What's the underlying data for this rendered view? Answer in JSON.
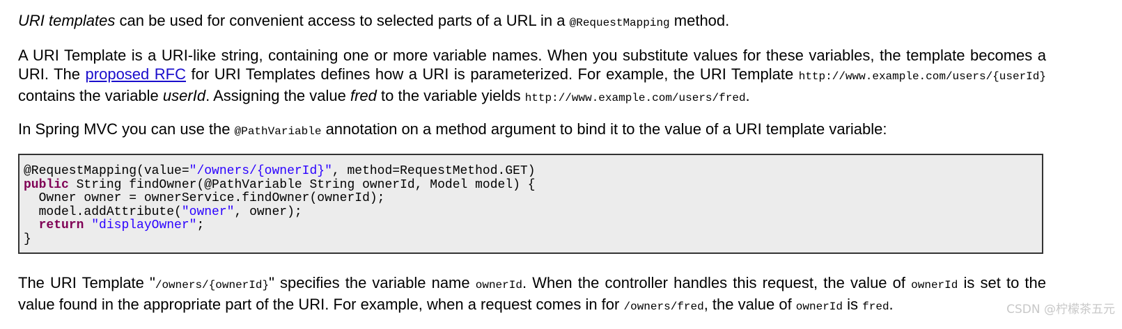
{
  "p1": {
    "em": "URI templates",
    "text1": " can be used for convenient access to selected parts of a URL in a ",
    "code": "@RequestMapping",
    "text2": " method."
  },
  "p2": {
    "text1": "A URI Template is a URI-like string, containing one or more variable names. When you substitute values for these variables, the template becomes a URI. The ",
    "link": "proposed RFC",
    "text2": " for URI Templates defines how a URI is parameterized. For example, the URI Template ",
    "code1": "http://www.example.com/users/{userId}",
    "text3": " contains the variable ",
    "em1": "userId",
    "text4": ". Assigning the value ",
    "em2": "fred",
    "text5": " to the variable yields ",
    "code2": "http://www.example.com/users/fred",
    "text6": "."
  },
  "p3": {
    "text1": "In Spring MVC you can use the ",
    "code": "@PathVariable",
    "text2": " annotation on a method argument to bind it to the value of a URI template variable:"
  },
  "code": {
    "l1a": "@RequestMapping(value=",
    "l1s": "\"/owners/{ownerId}\"",
    "l1b": ", method=RequestMethod.GET)",
    "l2k": "public",
    "l2b": " String findOwner(@PathVariable String ownerId, Model model) {",
    "l3": "  Owner owner = ownerService.findOwner(ownerId);",
    "l4a": "  model.addAttribute(",
    "l4s": "\"owner\"",
    "l4b": ", owner);",
    "l5a": "  ",
    "l5k": "return",
    "l5b": " ",
    "l5s": "\"displayOwner\"",
    "l5c": ";",
    "l6": "}"
  },
  "p4": {
    "text1": "The URI Template \"",
    "code1": "/owners/{ownerId}",
    "text2": "\" specifies the variable name ",
    "code2": "ownerId",
    "text3": ". When the controller handles this request, the value of ",
    "code3": "ownerId",
    "text4": " is set to the value found in the appropriate part of the URI. For example, when a request comes in for ",
    "code4": "/owners/fred",
    "text5": ", the value of ",
    "code5": "ownerId",
    "text6": " is ",
    "code6": "fred",
    "text7": "."
  },
  "watermark": "CSDN @柠檬茶五元"
}
